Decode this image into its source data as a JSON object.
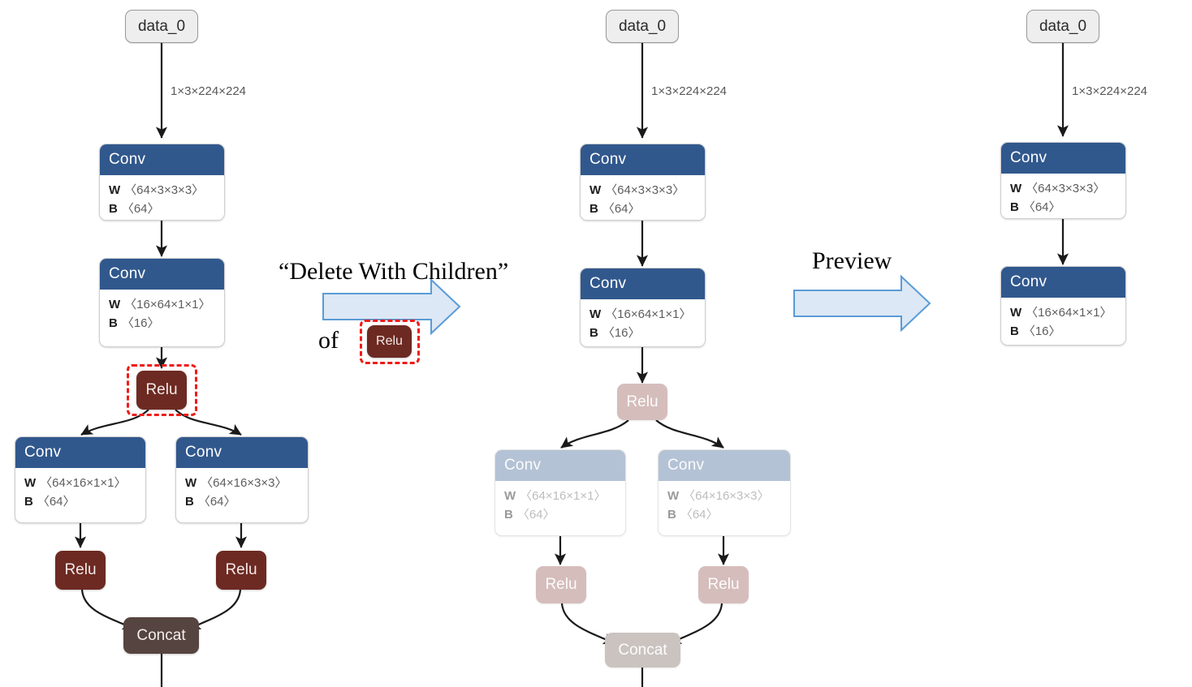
{
  "figure": {
    "title_annotations": {
      "delete_label": "“Delete With Children”",
      "of_label": "of",
      "selected_node_label": "Relu",
      "preview_label": "Preview"
    },
    "palette": {
      "conv_header": "#31588d",
      "conv_header_faded": "#b4c2d5",
      "relu": "#6d2a22",
      "relu_faded": "#d5bdbc",
      "concat": "#564440",
      "concat_faded": "#cac3c0",
      "data_node": "#eeeeee",
      "selection_ring": "#ef1b17",
      "arrow_fill": "#dce8f5",
      "arrow_stroke": "#5b9bd5",
      "edge_line": "#1a1a1a"
    }
  },
  "graphs": [
    {
      "id": "before",
      "nodes": {
        "data0": {
          "label": "data_0"
        },
        "conv1": {
          "type": "Conv",
          "attrs": [
            {
              "key": "W",
              "value": "〈64×3×3×3〉"
            },
            {
              "key": "B",
              "value": "〈64〉"
            }
          ]
        },
        "conv2": {
          "type": "Conv",
          "attrs": [
            {
              "key": "W",
              "value": "〈16×64×1×1〉"
            },
            {
              "key": "B",
              "value": "〈16〉"
            }
          ]
        },
        "relu1": {
          "label": "Relu"
        },
        "conv3": {
          "type": "Conv",
          "attrs": [
            {
              "key": "W",
              "value": "〈64×16×1×1〉"
            },
            {
              "key": "B",
              "value": "〈64〉"
            }
          ]
        },
        "conv4": {
          "type": "Conv",
          "attrs": [
            {
              "key": "W",
              "value": "〈64×16×3×3〉"
            },
            {
              "key": "B",
              "value": "〈64〉"
            }
          ]
        },
        "relu2": {
          "label": "Relu"
        },
        "relu3": {
          "label": "Relu"
        },
        "concat": {
          "label": "Concat"
        }
      },
      "edge_label": "1×3×224×224"
    },
    {
      "id": "preview",
      "nodes": {
        "data0": {
          "label": "data_0"
        },
        "conv1": {
          "type": "Conv",
          "attrs": [
            {
              "key": "W",
              "value": "〈64×3×3×3〉"
            },
            {
              "key": "B",
              "value": "〈64〉"
            }
          ]
        },
        "conv2": {
          "type": "Conv",
          "attrs": [
            {
              "key": "W",
              "value": "〈16×64×1×1〉"
            },
            {
              "key": "B",
              "value": "〈16〉"
            }
          ]
        },
        "relu1": {
          "label": "Relu"
        },
        "conv3": {
          "type": "Conv",
          "attrs": [
            {
              "key": "W",
              "value": "〈64×16×1×1〉"
            },
            {
              "key": "B",
              "value": "〈64〉"
            }
          ]
        },
        "conv4": {
          "type": "Conv",
          "attrs": [
            {
              "key": "W",
              "value": "〈64×16×3×3〉"
            },
            {
              "key": "B",
              "value": "〈64〉"
            }
          ]
        },
        "relu2": {
          "label": "Relu"
        },
        "relu3": {
          "label": "Relu"
        },
        "concat": {
          "label": "Concat"
        }
      },
      "edge_label": "1×3×224×224"
    },
    {
      "id": "after",
      "nodes": {
        "data0": {
          "label": "data_0"
        },
        "conv1": {
          "type": "Conv",
          "attrs": [
            {
              "key": "W",
              "value": "〈64×3×3×3〉"
            },
            {
              "key": "B",
              "value": "〈64〉"
            }
          ]
        },
        "conv2": {
          "type": "Conv",
          "attrs": [
            {
              "key": "W",
              "value": "〈16×64×1×1〉"
            },
            {
              "key": "B",
              "value": "〈16〉"
            }
          ]
        }
      },
      "edge_label": "1×3×224×224"
    }
  ]
}
